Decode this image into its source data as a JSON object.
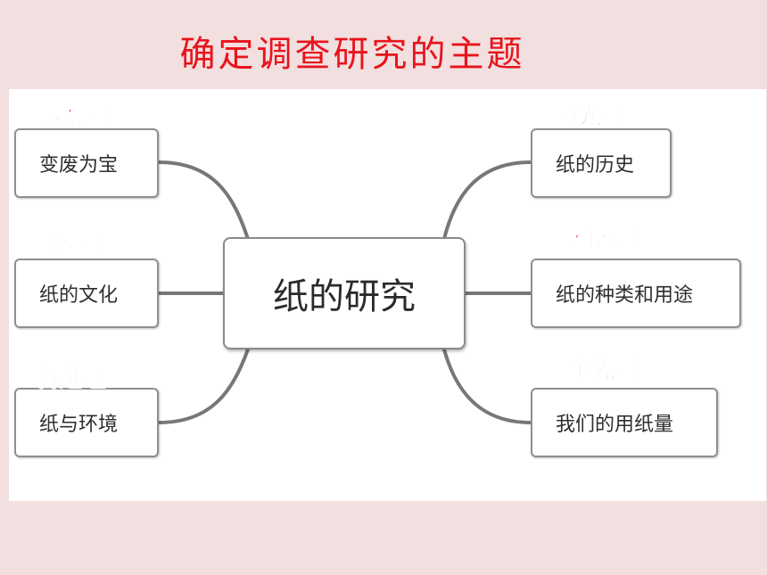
{
  "page": {
    "title": "确定调查研究的主题",
    "title_color": "#e8141c",
    "background": "#f2dfe0"
  },
  "mindmap": {
    "center": "纸的研究",
    "groups": [
      {
        "group": "梦想组",
        "topic": "变废为宝"
      },
      {
        "group": "超越组",
        "topic": "纸的文化"
      },
      {
        "group": "奋进组",
        "topic": "纸与环境"
      },
      {
        "group": "阳光组",
        "topic": "纸的历史"
      },
      {
        "group": "和谐组",
        "topic": "纸的种类和用途"
      },
      {
        "group": "争先组",
        "topic": "我们的用纸量"
      }
    ],
    "label_color": "#ee1c24",
    "line_color": "#7a7a7a"
  }
}
